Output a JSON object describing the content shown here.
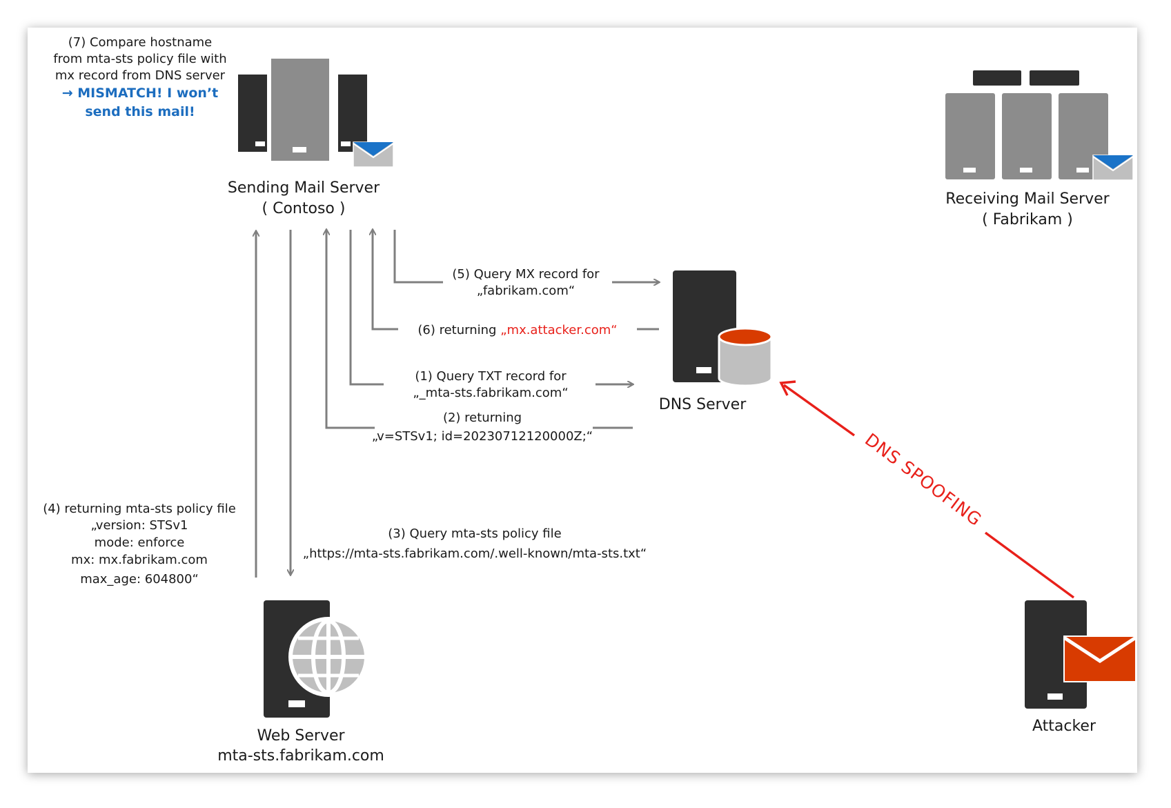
{
  "nodes": {
    "sending": {
      "name": "Sending Mail Server",
      "org": "( Contoso )"
    },
    "receiving": {
      "name": "Receiving Mail Server",
      "org": "( Fabrikam )"
    },
    "dns": {
      "name": "DNS Server"
    },
    "web": {
      "name": "Web Server",
      "host": "mta-sts.fabrikam.com"
    },
    "attacker": {
      "name": "Attacker"
    }
  },
  "note7": {
    "line1": "(7) Compare hostname",
    "line2": "from mta-sts policy file with",
    "line3": "mx record from DNS server",
    "alert1": "→ MISMATCH! I won’t",
    "alert2": "send this mail!"
  },
  "messages": {
    "m5": {
      "line1": "(5) Query MX record for",
      "line2": "„fabrikam.com“"
    },
    "m6": {
      "prefix": "(6) returning",
      "value": "„mx.attacker.com“"
    },
    "m1": {
      "line1": "(1) Query TXT record for",
      "line2": "„_mta-sts.fabrikam.com“"
    },
    "m2": {
      "line1": "(2) returning",
      "line2": "„v=STSv1; id=20230712120000Z;“"
    },
    "m3": {
      "line1": "(3) Query mta-sts policy file",
      "line2": "„https://mta-sts.fabrikam.com/.well-known/mta-sts.txt“"
    },
    "m4": {
      "line1": "(4) returning mta-sts policy file",
      "line2": "„version: STSv1",
      "line3": "mode: enforce",
      "line4": "mx: mx.fabrikam.com",
      "line5": "max_age: 604800“"
    }
  },
  "attack": {
    "label": "DNS SPOOFING"
  },
  "colors": {
    "server_dark": "#2e2e2e",
    "server_gray": "#8c8c8c",
    "arrow_gray": "#7f7f7f",
    "mail_blue": "#1a73c8",
    "attack_red": "#e8201a",
    "mail_orange": "#d83b01",
    "alert_blue": "#1c6dbf"
  },
  "icons": [
    "server-icon",
    "envelope-icon",
    "database-icon",
    "globe-icon"
  ]
}
